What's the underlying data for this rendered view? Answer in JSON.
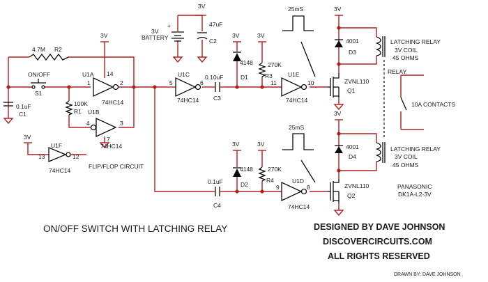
{
  "supply": {
    "rail": "3V"
  },
  "battery": {
    "voltage": "3V",
    "label": "BATTERY",
    "plus": "+"
  },
  "components": {
    "c1": {
      "value": "0.1uF",
      "ref": "C1"
    },
    "c2": {
      "value": "47uF",
      "ref": "C2"
    },
    "c3": {
      "value": "0.10uF",
      "ref": "C3"
    },
    "c4": {
      "value": "0.1uF",
      "ref": "C4"
    },
    "r1": {
      "value": "100K",
      "ref": "R1"
    },
    "r2": {
      "value": "4.7M",
      "ref": "R2"
    },
    "r3": {
      "value": "270K",
      "ref": "R3"
    },
    "r4": {
      "value": "270K",
      "ref": "R4"
    },
    "d1": {
      "value": "4148",
      "ref": "D1"
    },
    "d2": {
      "value": "4148",
      "ref": "D2"
    },
    "d3": {
      "value": "4001",
      "ref": "D3"
    },
    "d4": {
      "value": "4001",
      "ref": "D4"
    },
    "s1": {
      "label": "ON/OFF",
      "ref": "S1"
    },
    "q1": {
      "part": "ZVNL110",
      "ref": "Q1"
    },
    "q2": {
      "part": "ZVNL110",
      "ref": "Q2"
    }
  },
  "gates": {
    "u1a": {
      "ref": "U1A",
      "part": "74HC14",
      "pin_in": "1",
      "pin_out": "2",
      "pin_vcc": "14"
    },
    "u1b": {
      "ref": "U1B",
      "part": "74HC14",
      "pin_in": "3",
      "pin_out": "4",
      "pin_gnd": "7"
    },
    "u1c": {
      "ref": "U1C",
      "part": "74HC14",
      "pin_in": "5",
      "pin_out": "6"
    },
    "u1d": {
      "ref": "U1D",
      "part": "74HC14",
      "pin_in": "9",
      "pin_out": "8"
    },
    "u1e": {
      "ref": "U1E",
      "part": "74HC14",
      "pin_in": "11",
      "pin_out": "10"
    },
    "u1f": {
      "ref": "U1F",
      "part": "74HC14",
      "pin_in": "13",
      "pin_out": "12"
    }
  },
  "relay_coils": {
    "top": {
      "line1": "LATCHING RELAY",
      "line2": "3V COIL",
      "line3": "45 OHMS"
    },
    "bottom": {
      "line1": "LATCHING RELAY",
      "line2": "3V COIL",
      "line3": "45 OHMS"
    }
  },
  "relay": {
    "label": "RELAY",
    "contacts": "10A CONTACTS",
    "maker": "PANASONIC",
    "model": "DK1A-L2-3V"
  },
  "pulses": {
    "top": "25mS",
    "bottom": "25mS"
  },
  "flipflop_label": "FLIP/FLOP CIRCUIT",
  "title": "ON/OFF SWITCH WITH LATCHING RELAY",
  "credits": {
    "line1": "DESIGNED BY DAVE JOHNSON",
    "line2": "DISCOVERCIRCUITS.COM",
    "line3": "ALL RIGHTS RESERVED"
  },
  "drawn_by": "DRAWN BY: DAVE JOHNSON"
}
